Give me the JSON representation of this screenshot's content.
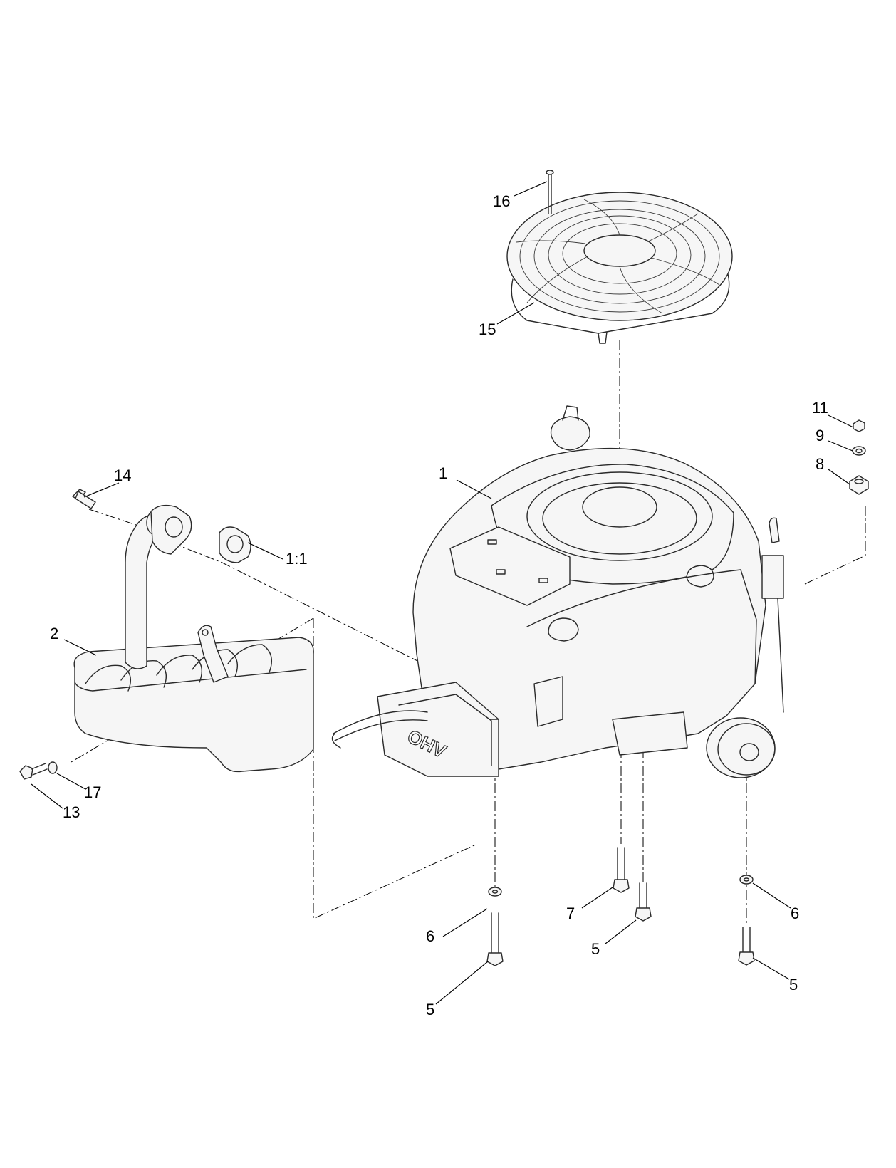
{
  "callouts": [
    "16",
    "15",
    "11",
    "9",
    "8",
    "1",
    "14",
    "1:1",
    "2",
    "17",
    "13",
    "6",
    "7",
    "5",
    "6",
    "5",
    "5"
  ],
  "engine_logo": "OHV"
}
